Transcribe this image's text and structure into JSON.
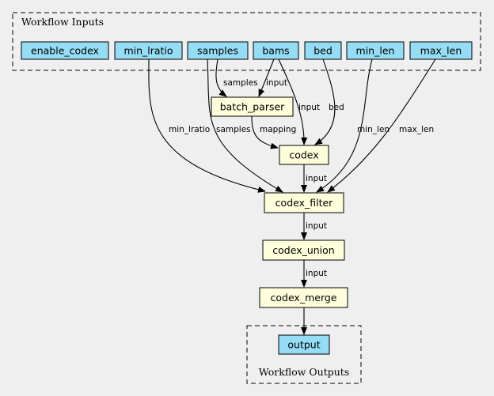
{
  "clusters": {
    "inputs_label": "Workflow Inputs",
    "outputs_label": "Workflow Outputs"
  },
  "colors": {
    "input_fill": "#94ddf4",
    "step_fill": "#ffffdc",
    "background": "#efefef"
  },
  "nodes": {
    "enable_codex": "enable_codex",
    "min_lratio": "min_lratio",
    "samples": "samples",
    "bams": "bams",
    "bed": "bed",
    "min_len": "min_len",
    "max_len": "max_len",
    "batch_parser": "batch_parser",
    "codex": "codex",
    "codex_filter": "codex_filter",
    "codex_union": "codex_union",
    "codex_merge": "codex_merge",
    "output": "output"
  },
  "edges": {
    "samples_to_batch_parser": "samples",
    "bams_to_batch_parser": "input",
    "bams_to_codex": "input",
    "bed_to_codex": "bed",
    "batch_parser_to_codex": "mapping",
    "min_lratio_to_filter": "min_lratio",
    "samples_to_filter": "samples",
    "codex_to_filter": "input",
    "min_len_to_filter": "min_len",
    "max_len_to_filter": "max_len",
    "filter_to_union": "input",
    "union_to_merge": "input"
  }
}
